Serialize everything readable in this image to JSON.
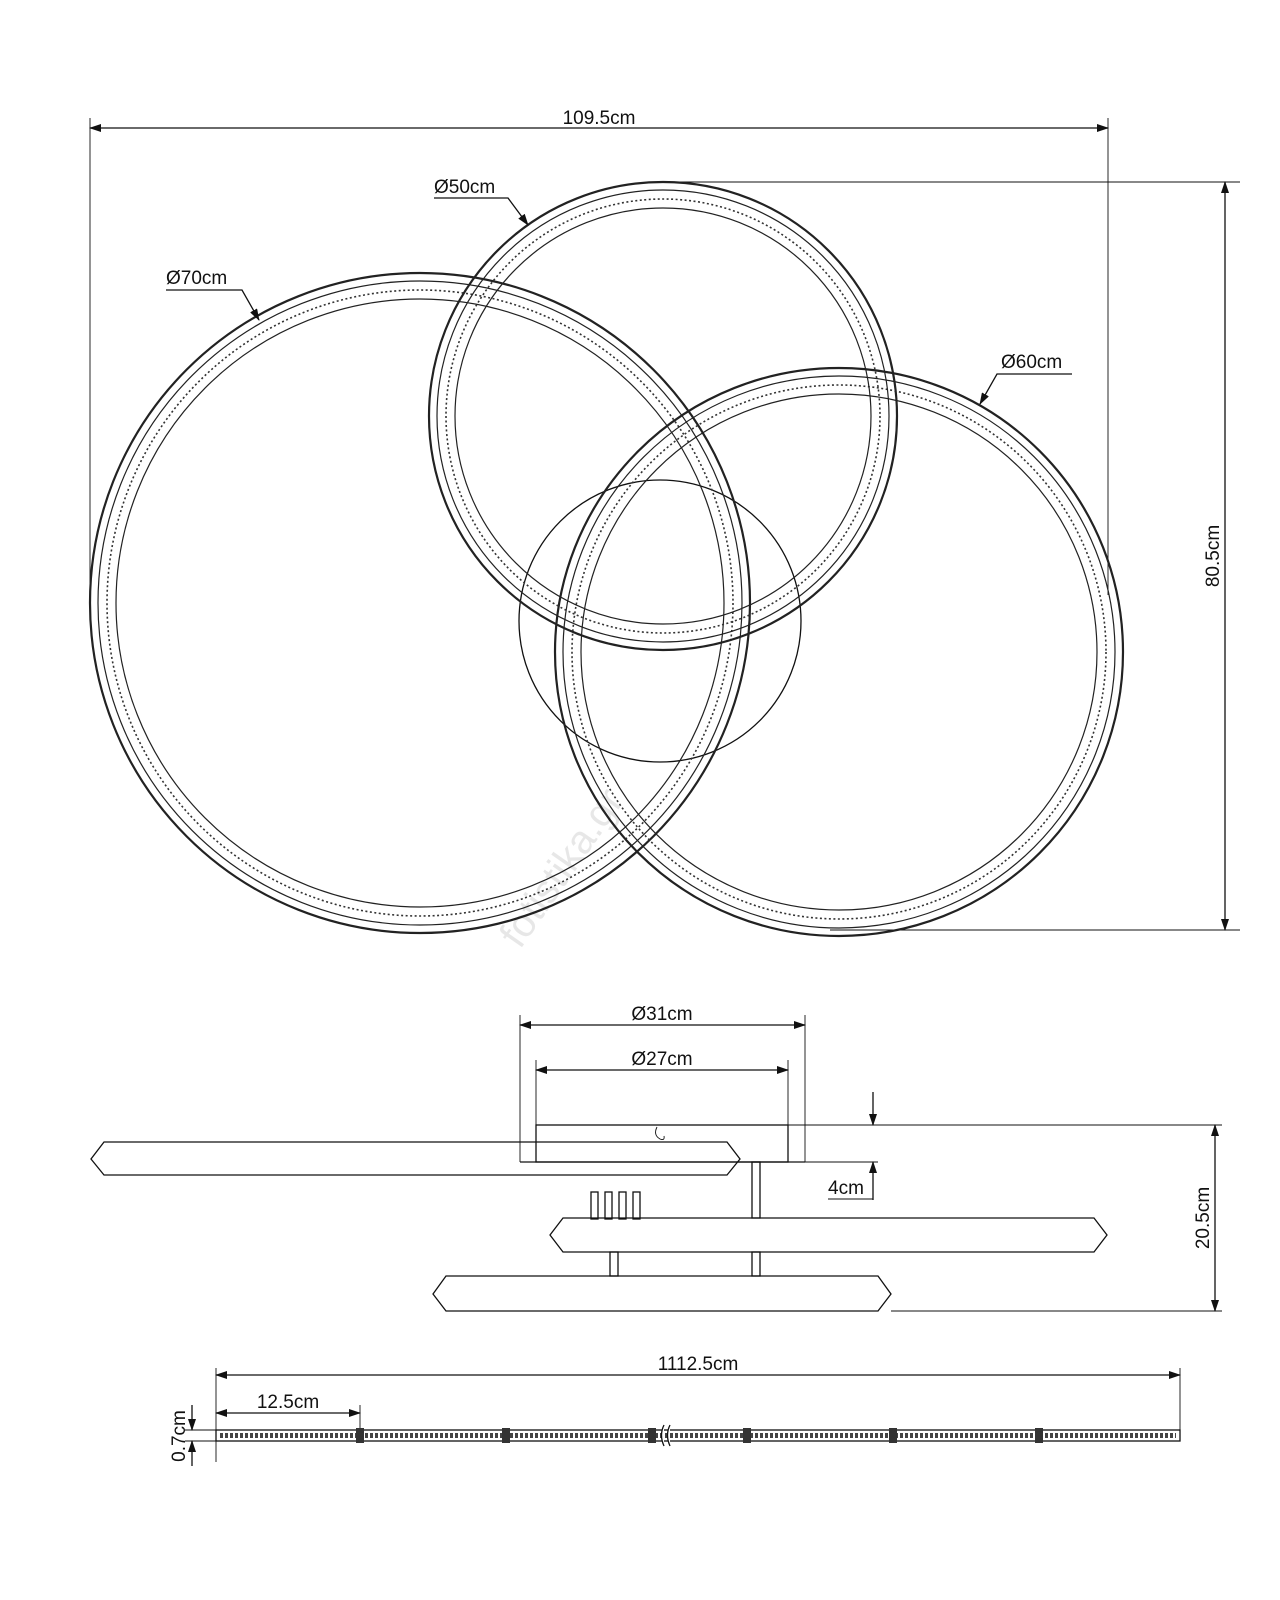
{
  "top_view": {
    "width_label": "109.5cm",
    "height_label": "80.5cm",
    "ring_large_label": "Ø70cm",
    "ring_top_label": "Ø50cm",
    "ring_right_label": "Ø60cm"
  },
  "side_view": {
    "canopy_outer_label": "Ø31cm",
    "canopy_inner_label": "Ø27cm",
    "canopy_height_label": "4cm",
    "total_height_label": "20.5cm"
  },
  "strip_view": {
    "length_label": "1112.5cm",
    "segment_label": "12.5cm",
    "thickness_label": "0.7cm"
  },
  "watermark": "fotistika.gr"
}
